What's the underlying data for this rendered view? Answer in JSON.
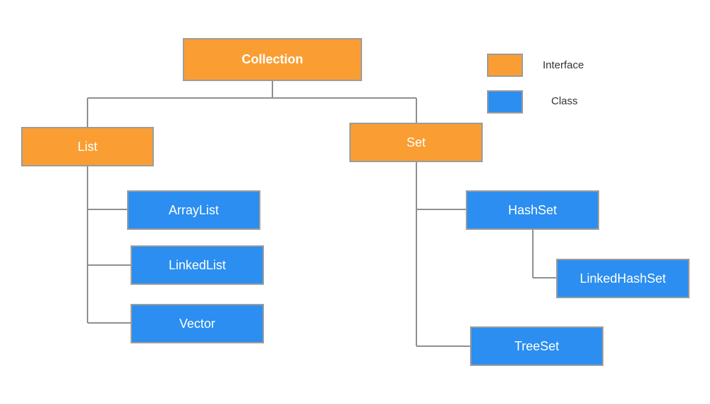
{
  "colors": {
    "interface": "#fa9e33",
    "class": "#2b8ef0",
    "connector": "#8f8f8f"
  },
  "nodes": {
    "collection": "Collection",
    "list": "List",
    "set": "Set",
    "arraylist": "ArrayList",
    "linkedlist": "LinkedList",
    "vector": "Vector",
    "hashset": "HashSet",
    "linkedhashset": "LinkedHashSet",
    "treeset": "TreeSet"
  },
  "legend": {
    "interface_label": "Interface",
    "class_label": "Class"
  }
}
